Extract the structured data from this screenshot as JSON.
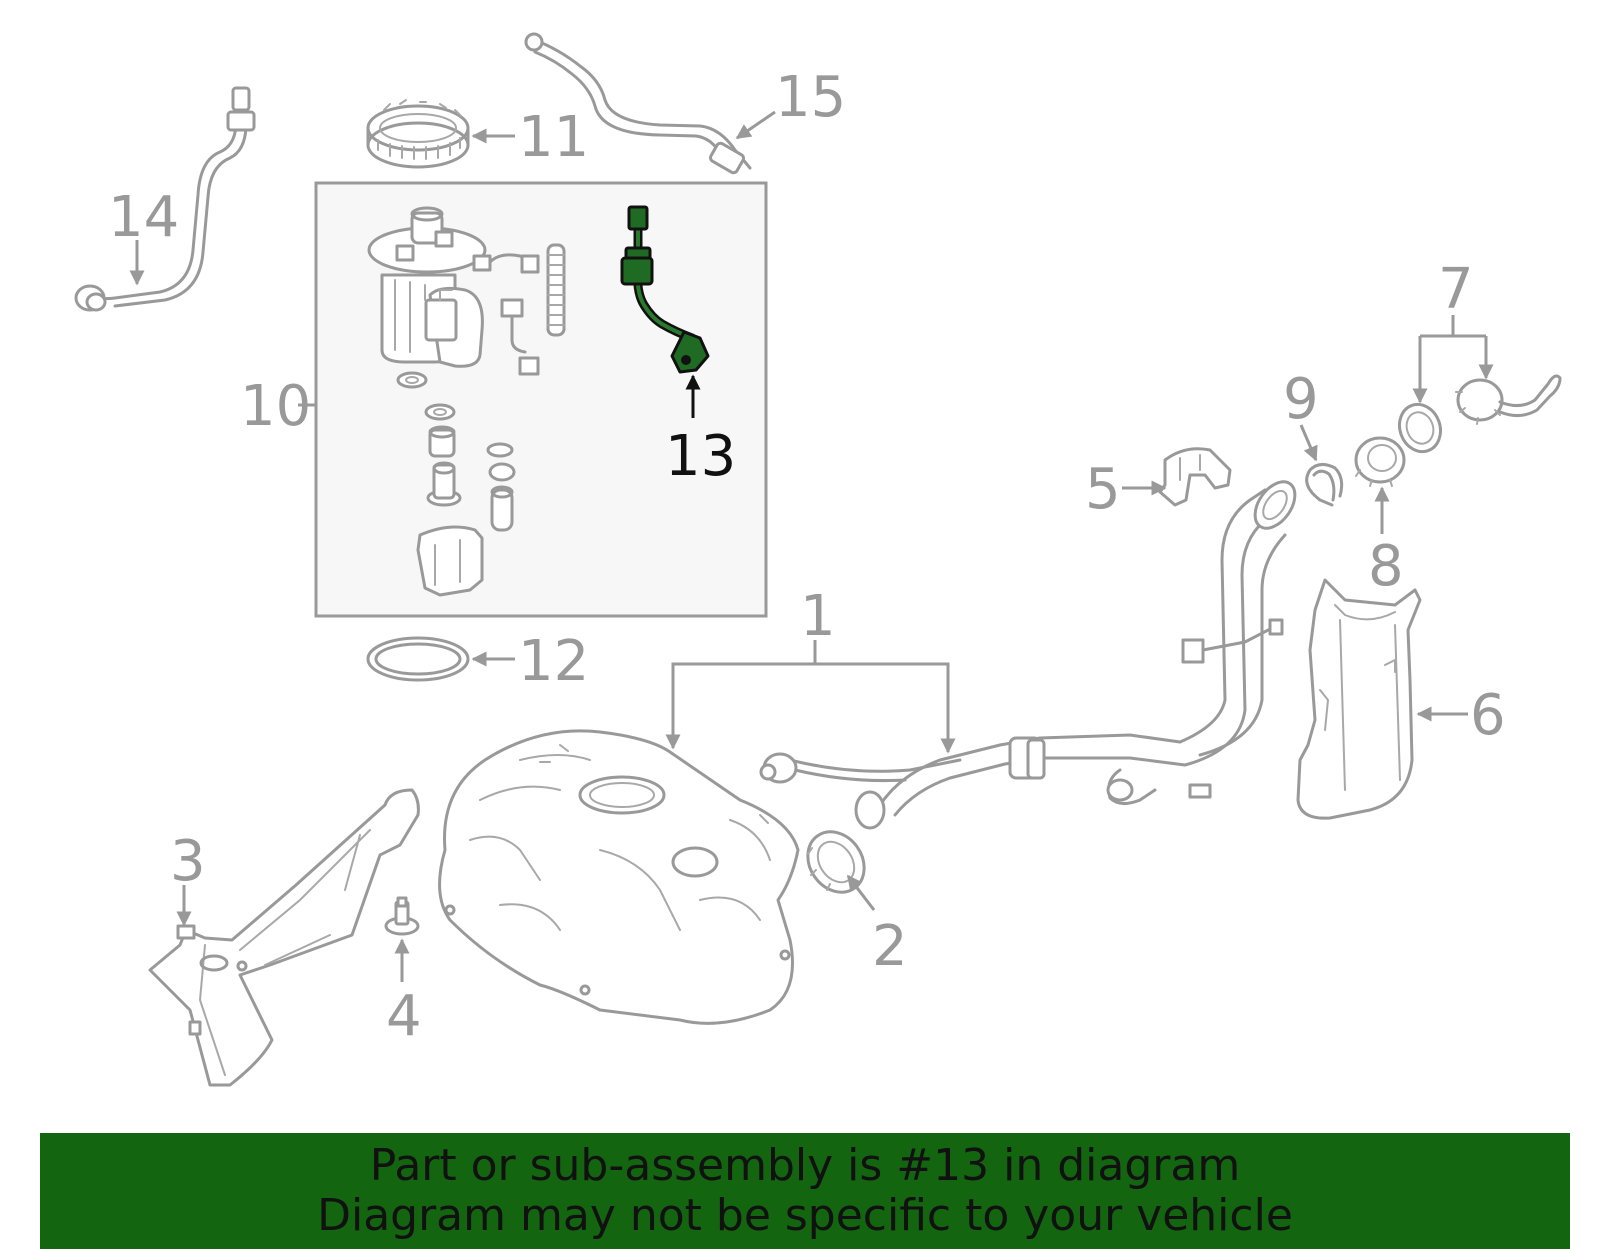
{
  "colors": {
    "banner_background": "#136510",
    "highlight_part": "#1f6b24",
    "part_lines": "#999999",
    "inset_background": "#f7f7f7"
  },
  "highlighted_callout": "13",
  "callouts": {
    "c1": "1",
    "c2": "2",
    "c3": "3",
    "c4": "4",
    "c5": "5",
    "c6": "6",
    "c7": "7",
    "c8": "8",
    "c9": "9",
    "c10": "10",
    "c11": "11",
    "c12": "12",
    "c13": "13",
    "c14": "14",
    "c15": "15"
  },
  "banner": {
    "line1": "Part or sub-assembly is #13 in diagram",
    "line2": "Diagram may not be specific to your vehicle"
  }
}
